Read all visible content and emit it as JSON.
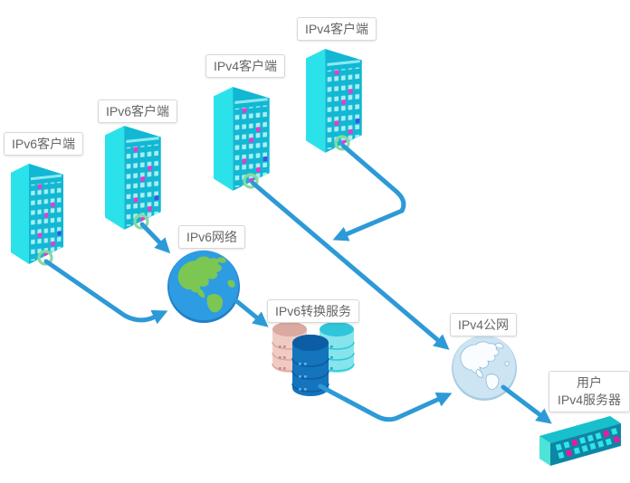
{
  "diagram": {
    "nodes": {
      "ipv6_client_1": {
        "label": "IPv6客户端",
        "icon": "building-icon"
      },
      "ipv6_client_2": {
        "label": "IPv6客户端",
        "icon": "building-icon"
      },
      "ipv4_client_1": {
        "label": "IPv4客户端",
        "icon": "building-icon"
      },
      "ipv4_client_2": {
        "label": "IPv4客户端",
        "icon": "building-icon"
      },
      "ipv6_network": {
        "label": "IPv6网络",
        "icon": "globe-icon"
      },
      "ipv6_translation_service": {
        "label": "IPv6转换服务",
        "icon": "database-stack-icon"
      },
      "ipv4_public_network": {
        "label": "IPv4公网",
        "icon": "globe-icon"
      },
      "user_ipv4_server": {
        "label_lines": [
          "用户",
          "IPv4服务器"
        ],
        "icon": "server-icon"
      }
    },
    "colors": {
      "arrow": "#2D9AD7",
      "building_side": "#2BE2EA",
      "building_front": "#12B7D3",
      "window": "#A5EFF3",
      "window_highlight_magenta": "#E93BCB",
      "cable_ring_green": "#85D9A0",
      "globe_ipv6_sea": "#2E9CE3",
      "globe_ipv6_land": "#7CC653",
      "globe_ipv4_sea": "#CDE4F3",
      "db_pink": "#F0CBC3",
      "db_cyan": "#87E4EC",
      "db_blue": "#1474BC",
      "label_text": "#666666",
      "label_border": "#D8D8D8"
    }
  }
}
